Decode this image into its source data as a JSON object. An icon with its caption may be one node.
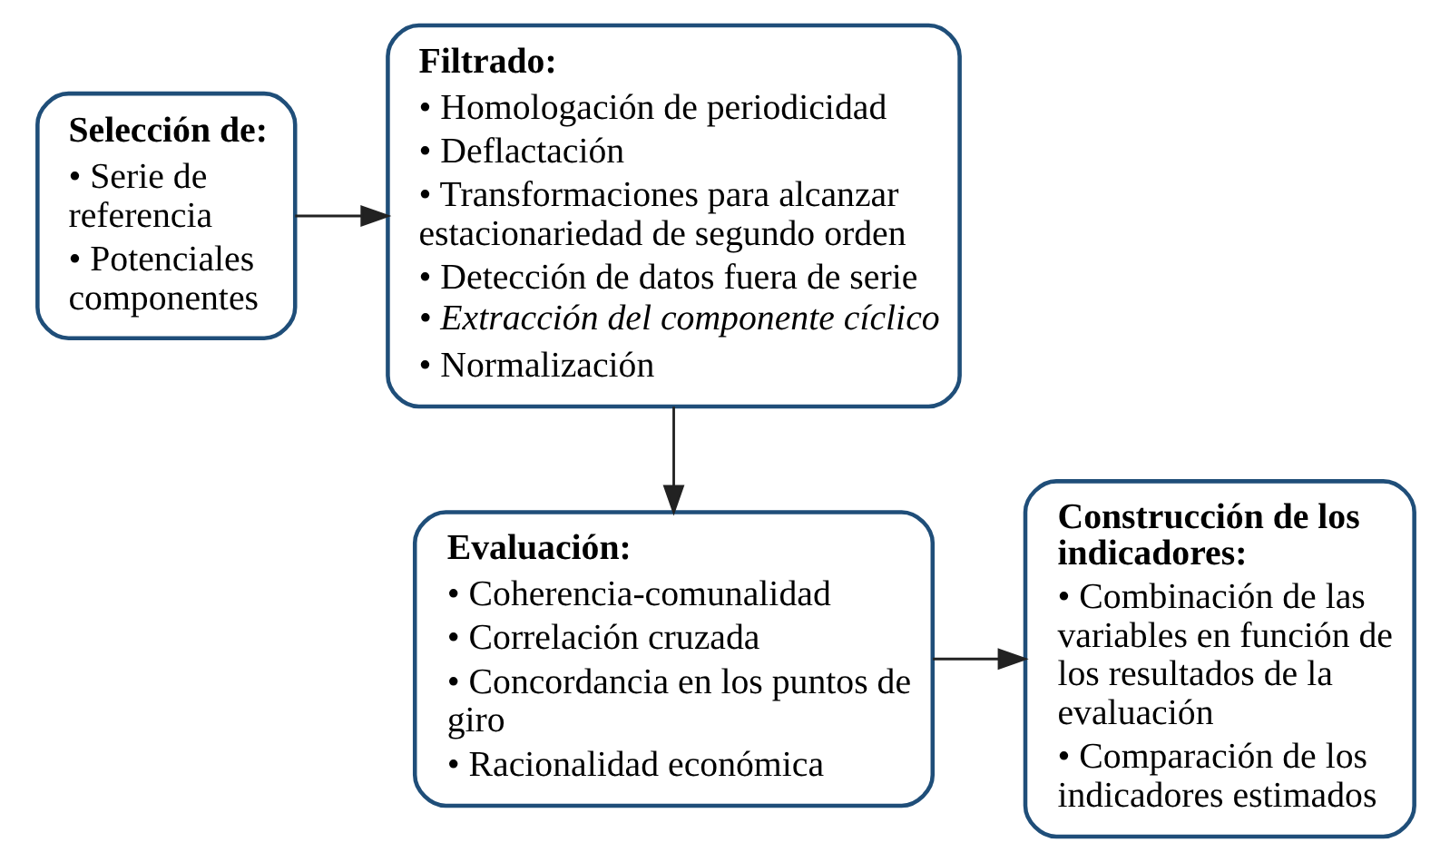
{
  "diagram": {
    "nodes": [
      {
        "text": [
          "Selección de:",
          "• Serie de referencia",
          "• Potenciales componentes"
        ]
      },
      {
        "text": [
          "Filtrado:",
          "• Homologación de periodicidad",
          "• Deflactación",
          "• Transformaciones para alcanzar estacionariedad de segundo orden",
          "• Detección de datos fuera de serie",
          "• Extracción del componente cíclico",
          "• Normalización"
        ]
      },
      {
        "text": [
          "Evaluación:",
          "• Coherencia-comunalidad",
          "• Correlación cruzada",
          "• Concordancia en los puntos de giro",
          "• Racionalidad económica"
        ]
      },
      {
        "text": [
          "Construcción de los indicadores:",
          "• Combinación de las variables en función de los resultados de la evaluación",
          "• Comparación de los indicadores estimados"
        ]
      }
    ],
    "edges": [
      {
        "from": 0,
        "to": 1,
        "arrow": "to"
      },
      {
        "from": 1,
        "to": 2,
        "arrow": "to"
      },
      {
        "from": 2,
        "to": 3,
        "arrow": "to"
      }
    ]
  }
}
